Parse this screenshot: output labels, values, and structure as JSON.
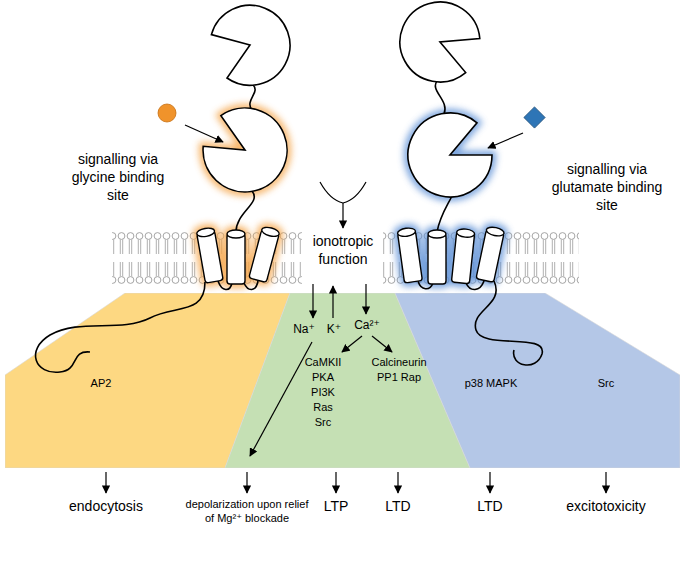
{
  "diagram": {
    "nodes": [
      {
        "text": [
          "AP2"
        ]
      },
      {
        "text": [
          "Na⁺",
          "K⁺",
          "Ca²⁺",
          "CaMKII PKA PI3K Ras Src",
          "Calcineurin PP1 Rap"
        ]
      },
      {
        "text": [
          "p38 MAPK",
          "Src"
        ]
      }
    ],
    "labels": [
      "signalling via glycine binding site",
      "signalling via glutamate binding site",
      "ionotropic function",
      "endocytosis",
      "depolarization upon relief of Mg²⁺ blockade",
      "LTP",
      "LTD",
      "LTD",
      "excitotoxicity"
    ]
  }
}
